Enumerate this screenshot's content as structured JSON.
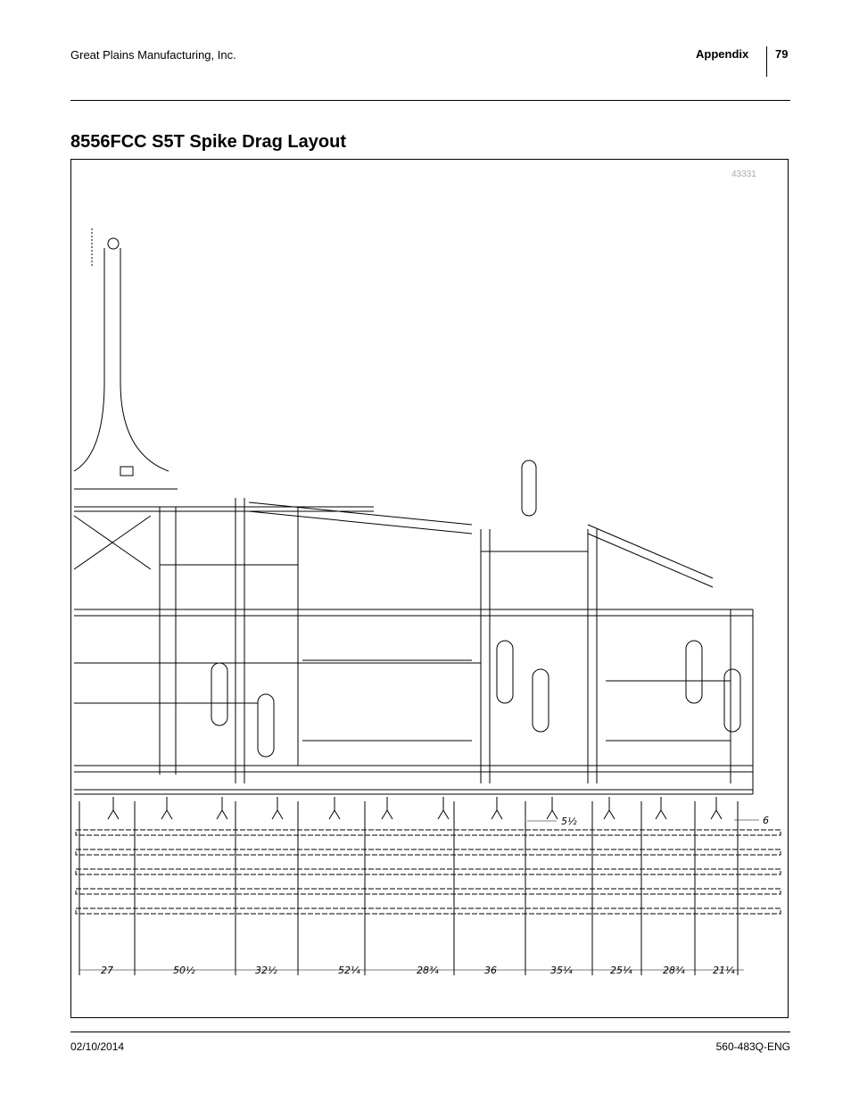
{
  "header": {
    "company": "Great Plains Manufacturing, Inc.",
    "section": "Appendix",
    "page_number": "79"
  },
  "title": "8556FCC S5T Spike Drag Layout",
  "figure": {
    "figure_id": "43331",
    "dimension_labels": [
      "27",
      "50½",
      "32½",
      "52¼",
      "28¾",
      "36",
      "35¼",
      "25¼",
      "28¾",
      "21¼"
    ],
    "callout_labels": [
      "5½",
      "6"
    ]
  },
  "footer": {
    "date": "02/10/2014",
    "doc_number": "560-483Q-ENG"
  }
}
